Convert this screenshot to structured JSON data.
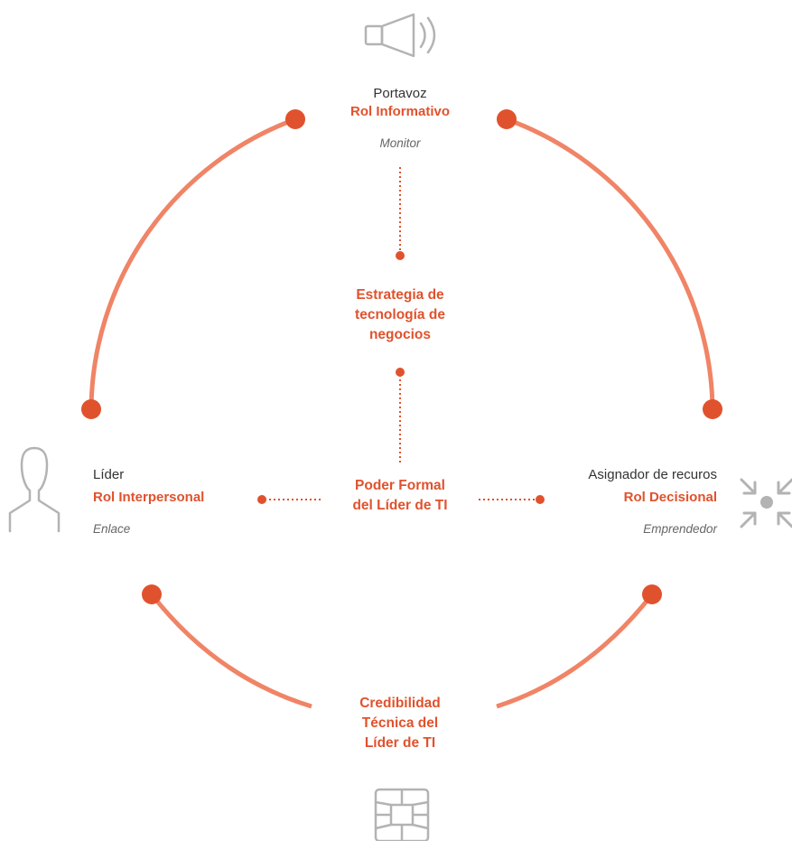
{
  "top": {
    "title": "Portavoz",
    "role": "Rol Informativo",
    "sub": "Monitor"
  },
  "left": {
    "title": "Líder",
    "role": "Rol Interpersonal",
    "sub": "Enlace"
  },
  "right": {
    "title": "Asignador de recuros",
    "role": "Rol Decisional",
    "sub": "Emprendedor"
  },
  "center": {
    "strategy": "Estrategia de\ntecnología de\nnegocios",
    "formal_power": "Poder Formal\ndel Líder de TI",
    "credibility": "Credibilidad\nTécnica del\nLíder de TI"
  },
  "icons": {
    "top": "speaker-icon",
    "left": "person-icon",
    "right": "arrows-converge-icon",
    "bottom": "chip-icon"
  },
  "colors": {
    "accent": "#e0522d",
    "arc": "#f08466",
    "icon": "#b3b3b3"
  }
}
